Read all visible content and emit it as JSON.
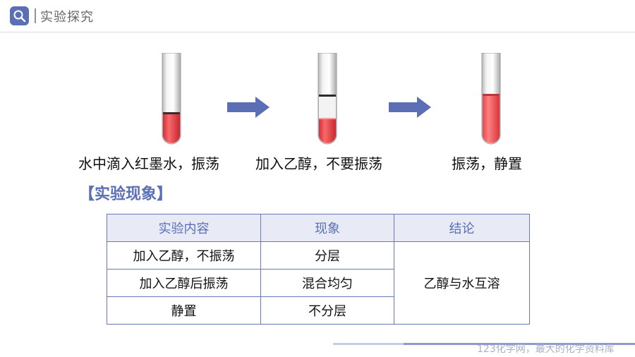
{
  "header": {
    "title": "实验探究"
  },
  "captions": [
    "水中滴入红墨水，振荡",
    "加入乙醇，不要振荡",
    "振荡，静置"
  ],
  "section_title": "【实验现象】",
  "table": {
    "headers": [
      "实验内容",
      "现象",
      "结论"
    ],
    "rows": [
      {
        "content": "加入乙醇，不振荡",
        "phenomenon": "分层"
      },
      {
        "content": "加入乙醇后振荡",
        "phenomenon": "混合均匀"
      },
      {
        "content": "静置",
        "phenomenon": "不分层"
      }
    ],
    "conclusion": "乙醇与水互溶"
  },
  "footer": {
    "watermark": "123化学网，最大的化学资料库"
  },
  "colors": {
    "accent": "#5b6fb5",
    "liquid_red": "#e5464b"
  }
}
